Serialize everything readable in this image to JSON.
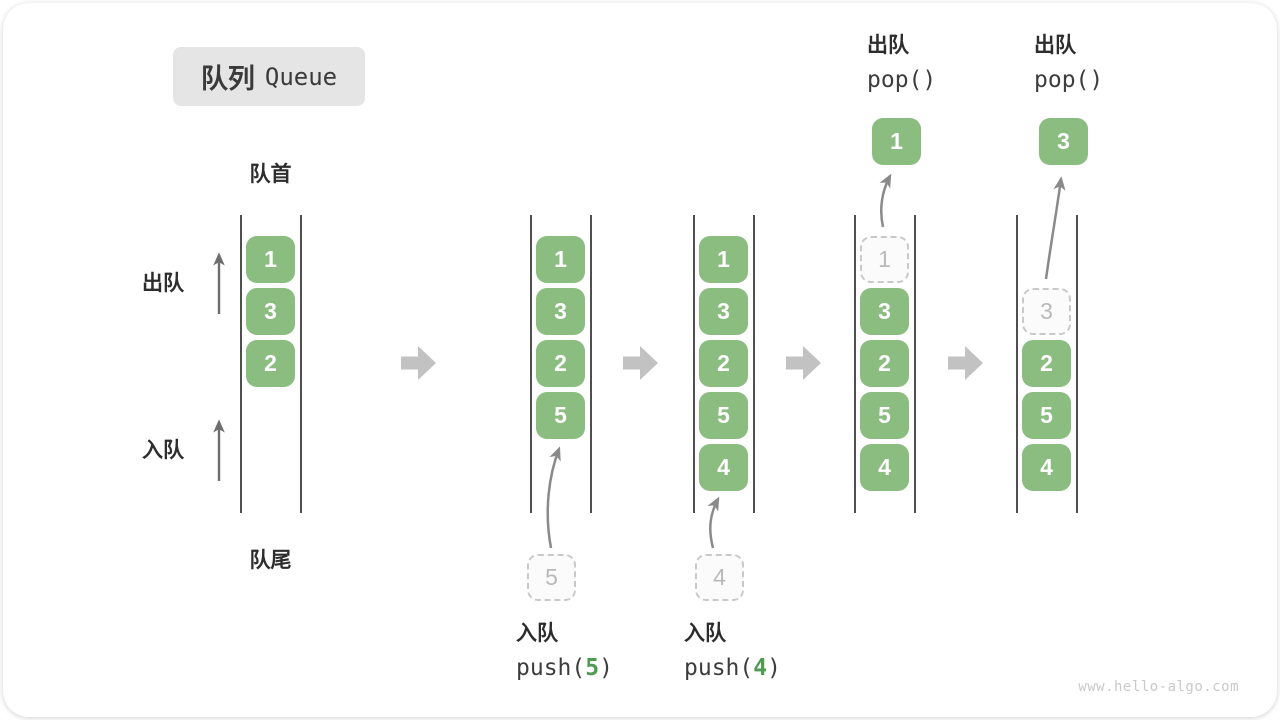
{
  "title": {
    "zh": "队列",
    "en": "Queue"
  },
  "labels": {
    "front": "队首",
    "rear": "队尾",
    "dequeue_side": "出队",
    "enqueue_side": "入队"
  },
  "columns": {
    "state1": {
      "slot1": "1",
      "slot2": "3",
      "slot3": "2"
    },
    "state2": {
      "slot1": "1",
      "slot2": "3",
      "slot3": "2",
      "slot4": "5",
      "incoming": "5"
    },
    "state3": {
      "slot1": "1",
      "slot2": "3",
      "slot3": "2",
      "slot4": "5",
      "slot5": "4",
      "incoming": "4"
    },
    "state4": {
      "ghost": "1",
      "slot2": "3",
      "slot3": "2",
      "slot4": "5",
      "slot5": "4",
      "popped": "1"
    },
    "state5": {
      "ghost": "3",
      "slot3": "2",
      "slot4": "5",
      "slot5": "4",
      "popped": "3"
    }
  },
  "operations": {
    "push5": {
      "label": "入队",
      "pre": "push(",
      "arg": "5",
      "post": ")"
    },
    "push4": {
      "label": "入队",
      "pre": "push(",
      "arg": "4",
      "post": ")"
    },
    "pop1": {
      "label": "出队",
      "fn": "pop()"
    },
    "pop2": {
      "label": "出队",
      "fn": "pop()"
    }
  },
  "watermark": "www.hello-algo.com",
  "colors": {
    "item_green": "#8bbc80",
    "accent_green": "#4f9b51",
    "flow_arrow_gray": "#c2c2c2",
    "wall_line": "#4f4f4f",
    "title_bg": "#e5e5e5",
    "ghost_border": "#c9c9c9",
    "ghost_text": "#b9b9b9",
    "text_dark": "#2d2d2d",
    "curve_arrow": "#8a8a8a",
    "watermark_gray": "#c9c9c9"
  }
}
